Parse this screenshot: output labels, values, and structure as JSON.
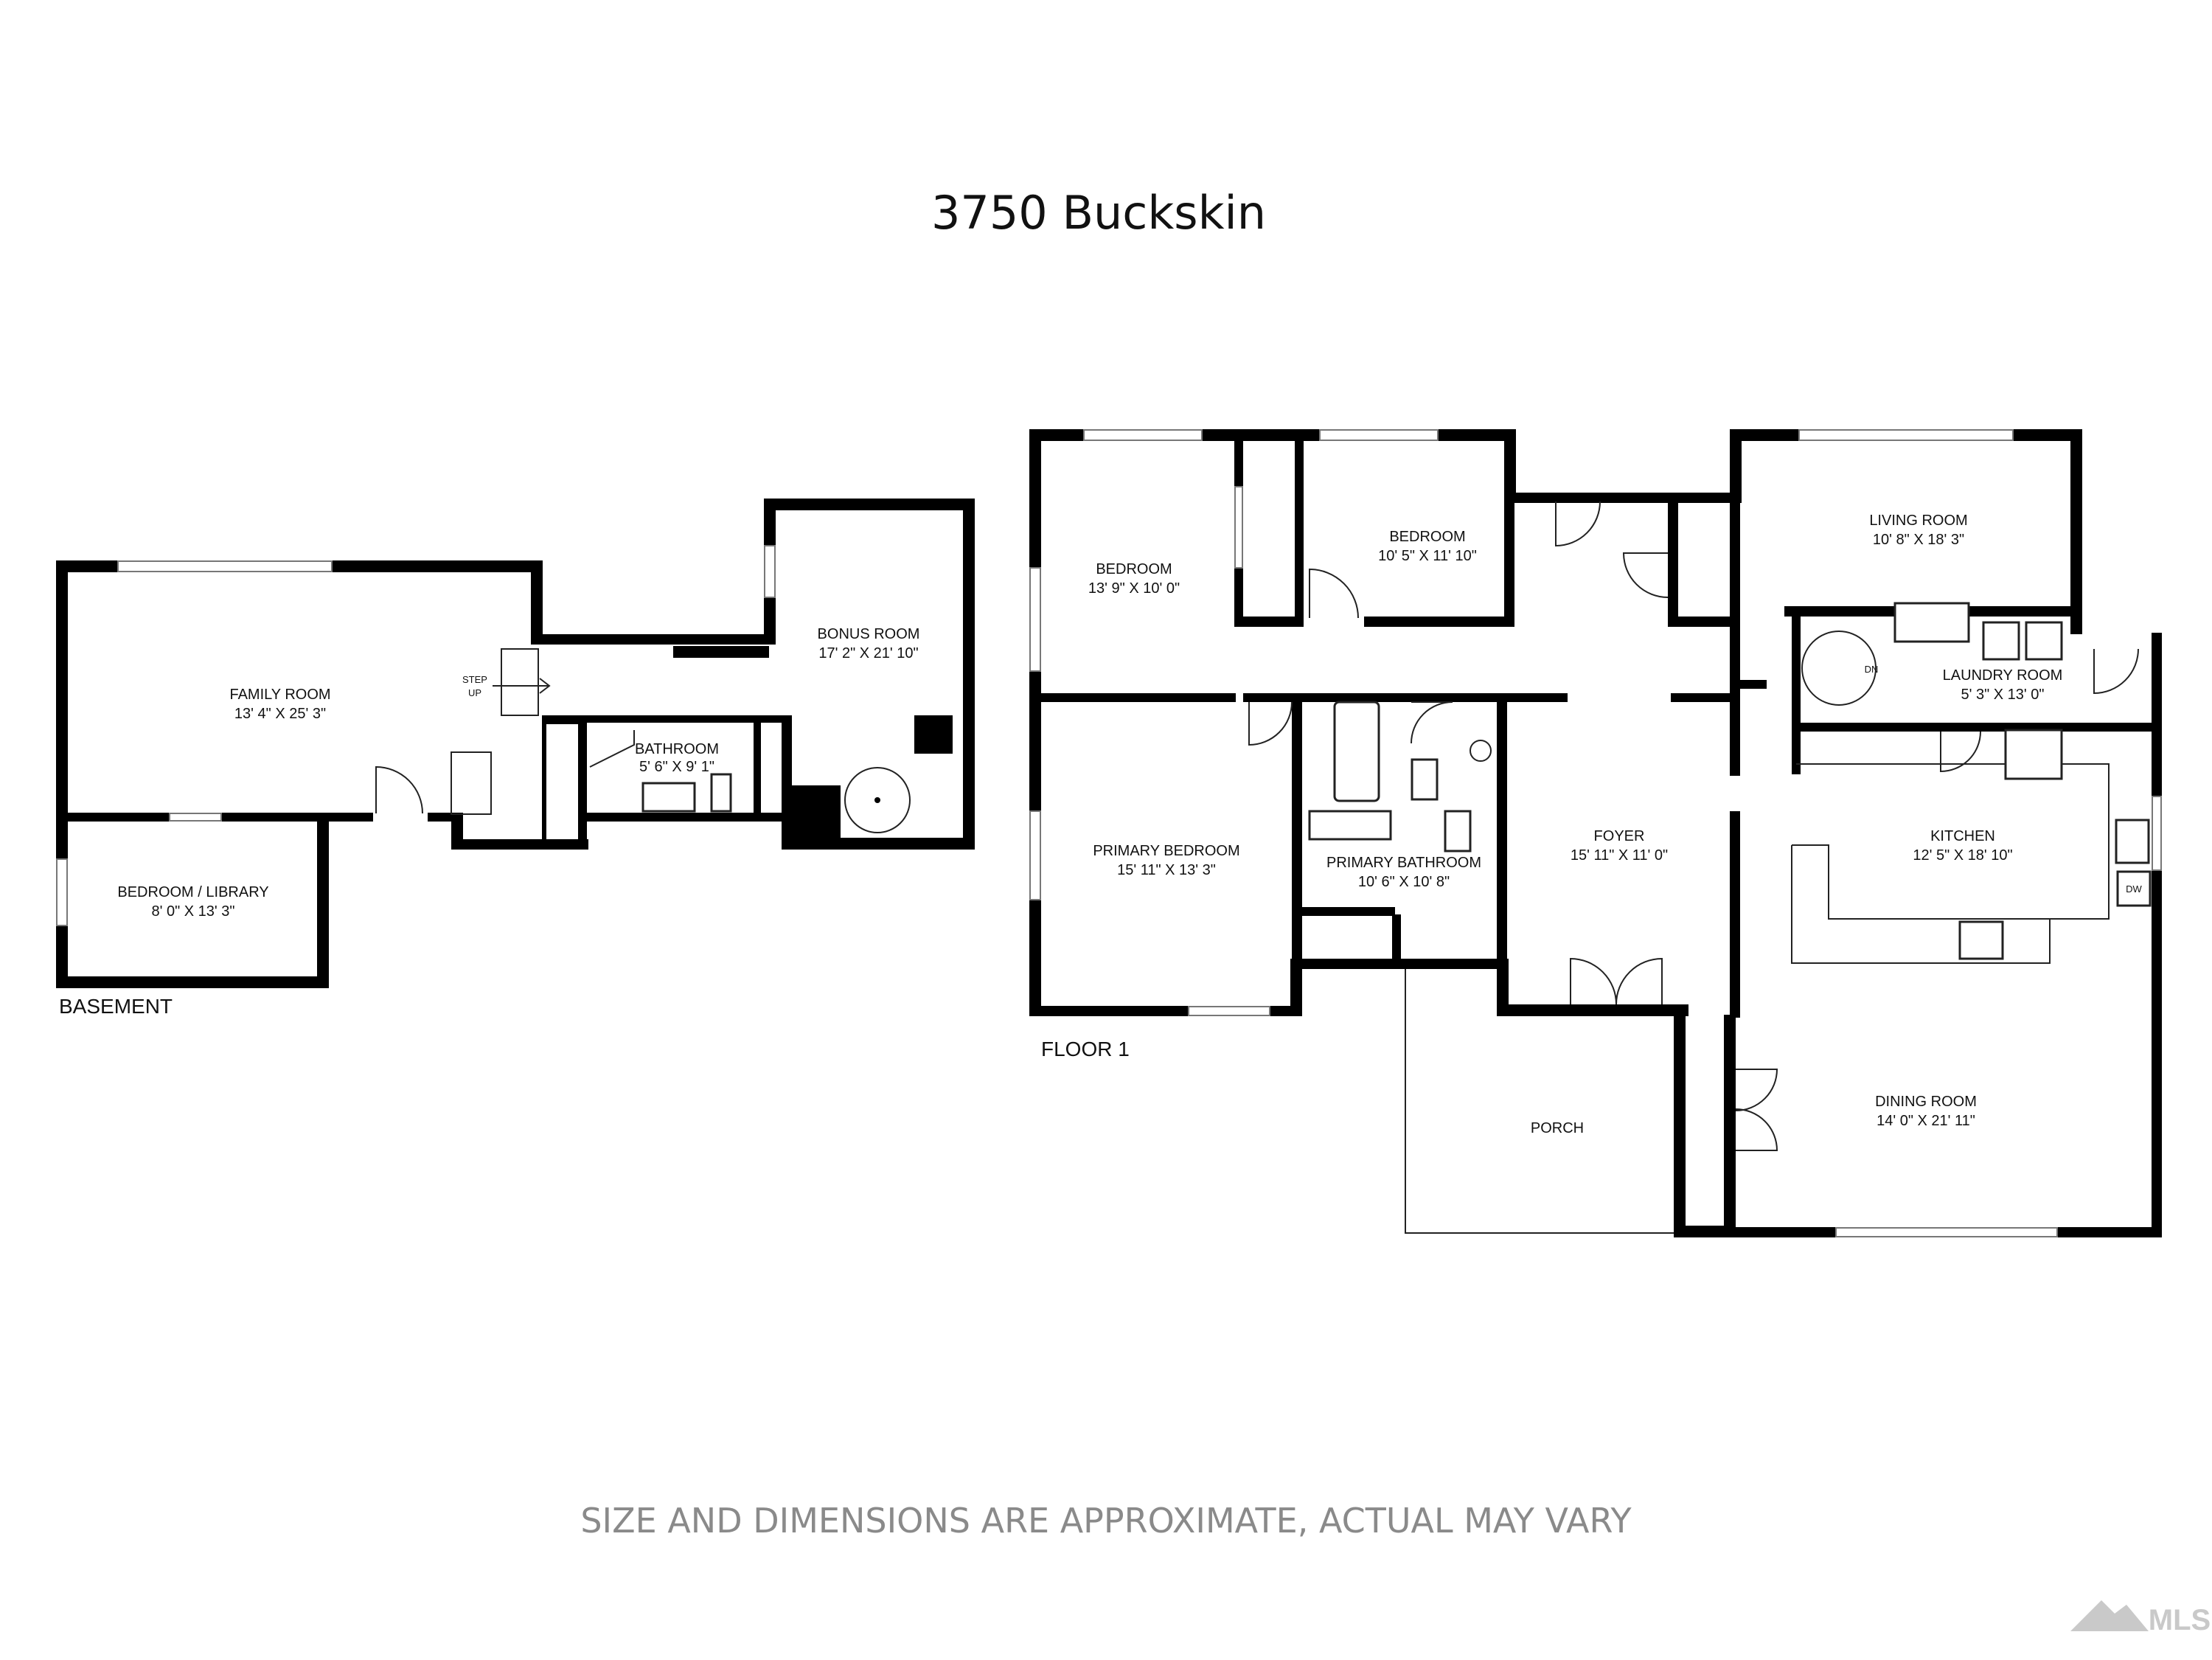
{
  "title": "3750 Buckskin",
  "disclaimer": "SIZE AND DIMENSIONS ARE APPROXIMATE, ACTUAL MAY VARY",
  "floors": {
    "basement": {
      "label": "BASEMENT",
      "rooms": {
        "family_room": {
          "name": "FAMILY ROOM",
          "size": "13' 4\" X 25' 3\""
        },
        "bonus_room": {
          "name": "BONUS ROOM",
          "size": "17' 2\" X 21' 10\""
        },
        "bathroom": {
          "name": "BATHROOM",
          "size": "5' 6\" X 9' 1\""
        },
        "bedroom_library": {
          "name": "BEDROOM / LIBRARY",
          "size": "8' 0\" X 13' 3\""
        }
      },
      "step_label_top": "STEP",
      "step_label_bottom": "UP"
    },
    "floor1": {
      "label": "FLOOR 1",
      "rooms": {
        "bedroom_west": {
          "name": "BEDROOM",
          "size": "13' 9\" X 10' 0\""
        },
        "bedroom_north": {
          "name": "BEDROOM",
          "size": "10' 5\" X 11' 10\""
        },
        "living_room": {
          "name": "LIVING ROOM",
          "size": "10' 8\" X 18' 3\""
        },
        "laundry_room": {
          "name": "LAUNDRY ROOM",
          "size": "5' 3\" X 13' 0\""
        },
        "primary_bedroom": {
          "name": "PRIMARY BEDROOM",
          "size": "15' 11\" X 13' 3\""
        },
        "primary_bathroom": {
          "name": "PRIMARY BATHROOM",
          "size": "10' 6\" X 10' 8\""
        },
        "foyer": {
          "name": "FOYER",
          "size": "15' 11\" X 11' 0\""
        },
        "kitchen": {
          "name": "KITCHEN",
          "size": "12' 5\" X 18' 10\""
        },
        "dining_room": {
          "name": "DINING ROOM",
          "size": "14' 0\" X 21' 11\""
        },
        "porch": {
          "name": "PORCH"
        }
      },
      "stair_label": "DN",
      "dishwasher_label": "DW"
    }
  },
  "watermark": "MLS"
}
